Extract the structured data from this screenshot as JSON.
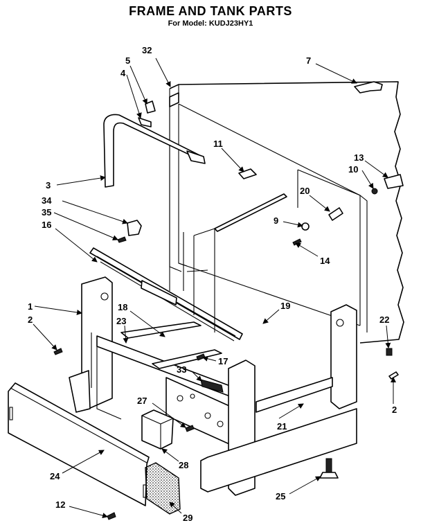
{
  "title": "FRAME AND TANK PARTS",
  "subtitle": "For Model: KUDJ23HY1",
  "callouts": [
    "1",
    "2",
    "3",
    "4",
    "5",
    "7",
    "9",
    "10",
    "11",
    "12",
    "13",
    "14",
    "16",
    "17",
    "18",
    "19",
    "20",
    "21",
    "22",
    "23",
    "24",
    "25",
    "27",
    "28",
    "29",
    "32",
    "33",
    "34",
    "35"
  ],
  "labels": {
    "l1": "1",
    "l2a": "2",
    "l2b": "2",
    "l3": "3",
    "l4": "4",
    "l5": "5",
    "l7": "7",
    "l9": "9",
    "l10": "10",
    "l11": "11",
    "l12": "12",
    "l13": "13",
    "l14": "14",
    "l16": "16",
    "l17": "17",
    "l18": "18",
    "l19": "19",
    "l20": "20",
    "l21": "21",
    "l22": "22",
    "l23": "23",
    "l24": "24",
    "l25": "25",
    "l27": "27",
    "l28": "28",
    "l29": "29",
    "l32": "32",
    "l33": "33",
    "l34": "34",
    "l35": "35"
  }
}
